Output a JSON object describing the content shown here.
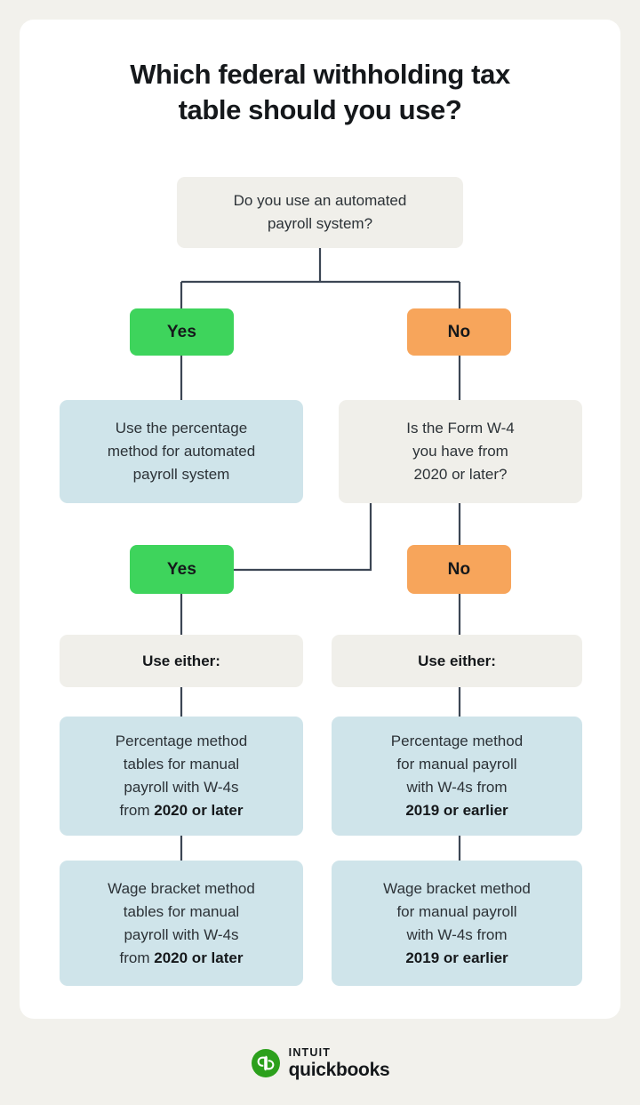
{
  "meta": {
    "title": "Which federal withholding tax table should you use?",
    "title_line1": "Which federal withholding tax",
    "title_line2": "table should you use?",
    "background_color": "#f2f1ec",
    "card_color": "#ffffff"
  },
  "colors": {
    "yes_green": "#3ed45c",
    "no_orange": "#f7a55b",
    "question_grey": "#f0efea",
    "answer_blue": "#cfe4ea",
    "connector": "#3c4654",
    "text": "#2c3237",
    "brand_green": "#2ca01c"
  },
  "flowchart": {
    "type": "decision-tree",
    "root": {
      "id": "q1",
      "kind": "question",
      "text": "Do you use an automated payroll system?",
      "lines": [
        "Do you use an automated",
        "payroll system?"
      ]
    },
    "branches": [
      {
        "id": "branch-yes",
        "label": "Yes",
        "badge_color": "#3ed45c",
        "result": {
          "id": "r1",
          "kind": "answer",
          "text": "Use the percentage method for automated payroll system",
          "lines": [
            "Use the percentage",
            "method for automated",
            "payroll system"
          ]
        }
      },
      {
        "id": "branch-no",
        "label": "No",
        "badge_color": "#f7a55b",
        "question": {
          "id": "q2",
          "kind": "question",
          "text": "Is the Form W-4 you have from 2020 or later?",
          "lines": [
            "Is the Form W-4",
            "you have from",
            "2020 or later?"
          ]
        },
        "sub_branches": [
          {
            "id": "branch-w4-yes",
            "label": "Yes",
            "badge_color": "#3ed45c",
            "header": "Use either:",
            "options": [
              {
                "id": "opt-left-1",
                "prefix": "Percentage method tables for manual payroll with W-4s from ",
                "emphasis": "2020 or later",
                "lines": [
                  "Percentage method",
                  "tables for manual",
                  "payroll with W-4s",
                  "from "
                ],
                "text": "Percentage method tables for manual payroll with W-4s from 2020 or later"
              },
              {
                "id": "opt-left-2",
                "prefix": "Wage bracket method tables for manual payroll with W-4s from ",
                "emphasis": "2020 or later",
                "lines": [
                  "Wage bracket method",
                  "tables for manual",
                  "payroll with W-4s",
                  "from "
                ],
                "text": "Wage bracket method tables for manual payroll with W-4s from 2020 or later"
              }
            ]
          },
          {
            "id": "branch-w4-no",
            "label": "No",
            "badge_color": "#f7a55b",
            "header": "Use either:",
            "options": [
              {
                "id": "opt-right-1",
                "prefix": "Percentage method for manual payroll with W-4s from ",
                "emphasis": "2019 or earlier",
                "lines": [
                  "Percentage method",
                  "for manual payroll",
                  "with W-4s from"
                ],
                "text": "Percentage method for manual payroll with W-4s from 2019 or earlier"
              },
              {
                "id": "opt-right-2",
                "prefix": "Wage bracket method for manual payroll with W-4s from ",
                "emphasis": "2019 or earlier",
                "lines": [
                  "Wage bracket method",
                  "for manual payroll",
                  "with W-4s from"
                ],
                "text": "Wage bracket method for manual payroll with W-4s from 2019 or earlier"
              }
            ]
          }
        ]
      }
    ]
  },
  "footer": {
    "logo_icon": "quickbooks-circle-qb-icon",
    "intuit": "INTUIT",
    "quickbooks": "quickbooks"
  }
}
